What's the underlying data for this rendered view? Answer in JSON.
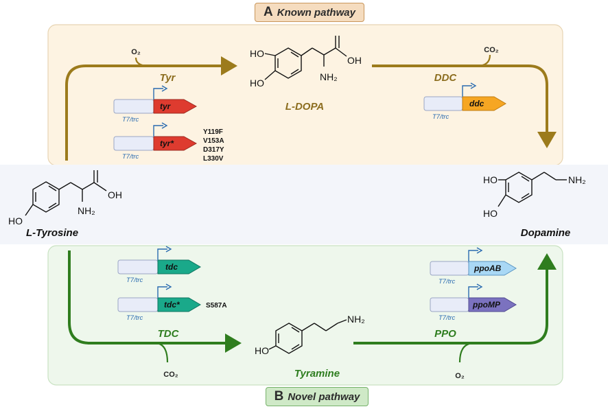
{
  "panels": {
    "known": {
      "letter": "A",
      "title": "Known pathway"
    },
    "novel": {
      "letter": "B",
      "title": "Novel pathway"
    }
  },
  "compounds": {
    "tyrosine": "L-Tyrosine",
    "ldopa": "L-DOPA",
    "dopamine": "Dopamine",
    "tyramine": "Tyramine"
  },
  "enzymes": {
    "tyr": "Tyr",
    "ddc": "DDC",
    "tdc": "TDC",
    "ppo": "PPO"
  },
  "cofactors": {
    "o2_top": "O₂",
    "co2_top": "CO₂",
    "co2_bottom": "CO₂",
    "o2_bottom": "O₂"
  },
  "atoms": {
    "ho": "HO",
    "oh": "OH",
    "nh2": "NH₂"
  },
  "constructs": {
    "promoter": "T7/trc",
    "tyr": {
      "gene": "tyr"
    },
    "tyr_mut": {
      "gene": "tyr*",
      "mutations": [
        "Y119F",
        "V153A",
        "D317Y",
        "L330V"
      ]
    },
    "ddc": {
      "gene": "ddc"
    },
    "tdc": {
      "gene": "tdc"
    },
    "tdc_mut": {
      "gene": "tdc*",
      "mutations": [
        "S587A"
      ]
    },
    "ppoab": {
      "gene": "ppoAB"
    },
    "ppomp": {
      "gene": "ppoMP"
    }
  },
  "colors": {
    "known_bg": "#fdf3e2",
    "novel_bg": "#eef7ec",
    "middle_bg": "#f3f5fa",
    "known_arrow": "#9c7b1c",
    "novel_arrow": "#2f7d1e",
    "enzyme_brown": "#8c6d1f",
    "enzyme_green": "#2e7d1f",
    "promoter_text": "#2a6bb0",
    "tyr_gene": "#de3b2f",
    "ddc_gene": "#f6a623",
    "tdc_gene": "#1aa98a",
    "ppoab_gene": "#a9d8f5",
    "ppomp_gene": "#7b72bf"
  }
}
